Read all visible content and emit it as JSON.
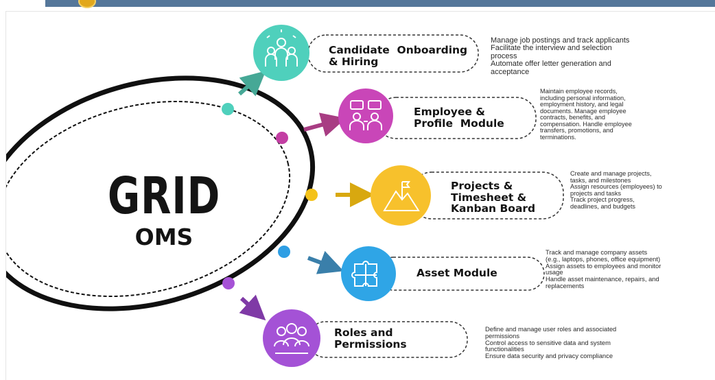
{
  "brand": {
    "title": "GRID",
    "subtitle": "OMS"
  },
  "modules": [
    {
      "label": "Candidate  Onboarding\n& Hiring",
      "icon": "team-icon",
      "color": "#4fd0bc",
      "description": [
        "Manage job postings and track applicants",
        "Facilitate the interview and selection",
        "process",
        "Automate offer letter generation and",
        "acceptance"
      ]
    },
    {
      "label": "Employee &\nProfile  Module",
      "icon": "people-chat-icon",
      "color": "#c946b8",
      "description": [
        "Maintain employee records,",
        "including personal information,",
        "employment history, and legal",
        "documents. Manage employee",
        "contracts, benefits, and",
        "compensation. Handle employee",
        "transfers, promotions, and",
        "terminations."
      ]
    },
    {
      "label": "Projects &\nTimesheet &\nKanban Board",
      "icon": "mountain-flag-icon",
      "color": "#f7c12c",
      "description": [
        "Create and manage projects,",
        "tasks, and milestones",
        "Assign resources (employees) to",
        "projects and tasks",
        "Track project progress,",
        "deadlines, and budgets"
      ]
    },
    {
      "label": "Asset Module",
      "icon": "puzzle-icon",
      "color": "#2fa5e6",
      "description": [
        "Track and manage company assets",
        "(e.g., laptops, phones, office equipment)",
        "Assign assets to employees and monitor",
        "usage",
        "Handle asset maintenance, repairs, and",
        "replacements"
      ]
    },
    {
      "label": "Roles and\nPermissions",
      "icon": "user-group-icon",
      "color": "#a452d6",
      "description": [
        "Define and manage user roles and associated",
        "permissions",
        "Control access to sensitive data and system",
        "functionalities",
        "Ensure data security and privacy compliance"
      ]
    }
  ]
}
